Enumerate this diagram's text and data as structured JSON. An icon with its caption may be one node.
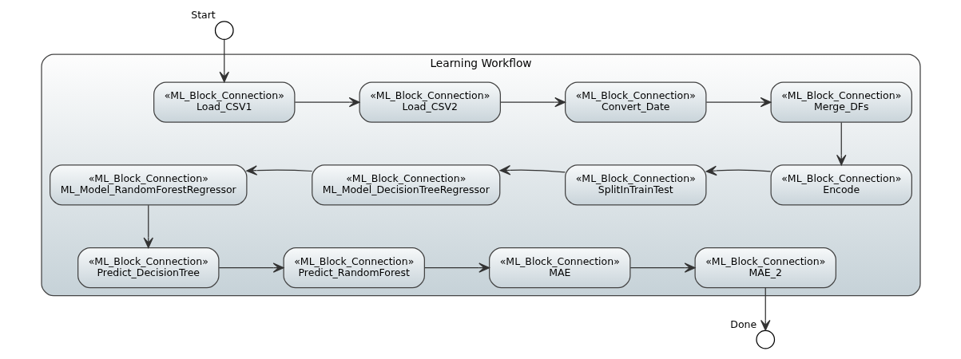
{
  "diagram": {
    "nodes": [
      {
        "text": [
          "Learning Workflow"
        ]
      },
      {
        "text": [],
        "shape": "circle",
        "beside": [
          "Start"
        ]
      },
      {
        "text": [
          "«ML_Block_Connection»",
          "Load_CSV1"
        ],
        "in": 0
      },
      {
        "text": [
          "«ML_Block_Connection»",
          "Load_CSV2"
        ],
        "in": 0
      },
      {
        "text": [
          "«ML_Block_Connection»",
          "Convert_Date"
        ],
        "in": 0
      },
      {
        "text": [
          "«ML_Block_Connection»",
          "Merge_DFs"
        ],
        "in": 0
      },
      {
        "text": [
          "«ML_Block_Connection»",
          "ML_Model_RandomForestRegressor"
        ],
        "in": 0
      },
      {
        "text": [
          "«ML_Block_Connection»",
          "ML_Model_DecisionTreeRegressor"
        ],
        "in": 0
      },
      {
        "text": [
          "«ML_Block_Connection»",
          "SplitInTrainTest"
        ],
        "in": 0
      },
      {
        "text": [
          "«ML_Block_Connection»",
          "Encode"
        ],
        "in": 0
      },
      {
        "text": [
          "«ML_Block_Connection»",
          "Predict_DecisionTree"
        ],
        "in": 0
      },
      {
        "text": [
          "«ML_Block_Connection»",
          "Predict_RandomForest"
        ],
        "in": 0
      },
      {
        "text": [
          "«ML_Block_Connection»",
          "MAE"
        ],
        "in": 0
      },
      {
        "text": [
          "«ML_Block_Connection»",
          "MAE_2"
        ],
        "in": 0
      },
      {
        "text": [],
        "shape": "circle",
        "beside": [
          "Done"
        ]
      }
    ],
    "edges": [
      {
        "from": 1,
        "to": 2,
        "arrow": "to"
      },
      {
        "from": 2,
        "to": 3,
        "arrow": "to"
      },
      {
        "from": 3,
        "to": 4,
        "arrow": "to"
      },
      {
        "from": 4,
        "to": 5,
        "arrow": "to"
      },
      {
        "from": 5,
        "to": 9,
        "arrow": "to"
      },
      {
        "from": 9,
        "to": 8,
        "arrow": "to"
      },
      {
        "from": 8,
        "to": 7,
        "arrow": "to"
      },
      {
        "from": 7,
        "to": 6,
        "arrow": "to"
      },
      {
        "from": 6,
        "to": 10,
        "arrow": "to"
      },
      {
        "from": 10,
        "to": 11,
        "arrow": "to"
      },
      {
        "from": 11,
        "to": 12,
        "arrow": "to"
      },
      {
        "from": 12,
        "to": 13,
        "arrow": "to"
      },
      {
        "from": 13,
        "to": 14,
        "arrow": "to"
      }
    ]
  }
}
